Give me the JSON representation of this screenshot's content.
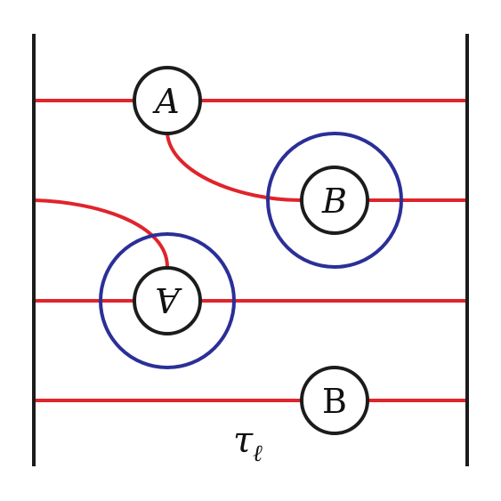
{
  "colors": {
    "strand": "#e0242b",
    "boundary": "#1c1c1c",
    "node_ring": "#1c1c1c",
    "halo": "#2b2f97"
  },
  "nodes": [
    {
      "id": "top-a",
      "label": "A",
      "style": "italic"
    },
    {
      "id": "upper-b",
      "label": "B",
      "style": "italic"
    },
    {
      "id": "rotated-a",
      "label": "A",
      "style": "italic-rotated-180"
    },
    {
      "id": "lower-b",
      "label": "B",
      "style": "upright"
    }
  ],
  "caption": {
    "symbol": "τ",
    "subscript": "ℓ"
  }
}
